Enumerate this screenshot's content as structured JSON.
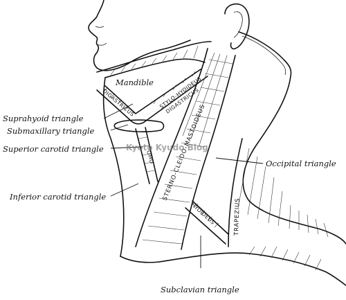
{
  "labels": {
    "mandible": "Mandible",
    "suprahyoid": "Suprahyoid triangle",
    "submaxillary": "Submaxillary triangle",
    "superior_carotid": "Superior carotid triangle",
    "inferior_carotid": "Inferior carotid triangle",
    "occipital": "Occipital triangle",
    "subclavian": "Subclavian triangle"
  },
  "muscles": {
    "digastricus_left": "DIGASTRICUS",
    "stylohyoideus": "STYLO-HYOIDEUS",
    "digastricus_right": "DIGASTRICUS",
    "omo_upper": "OMO",
    "sternocleidomastoideus": "STERNO-CLEIDO-MASTOIDEUS",
    "trapezius": "TRAPEZIUS",
    "omohyoideus_lower": "HYOIDEUS"
  },
  "watermark": "Kyoto Kyudo Blog"
}
